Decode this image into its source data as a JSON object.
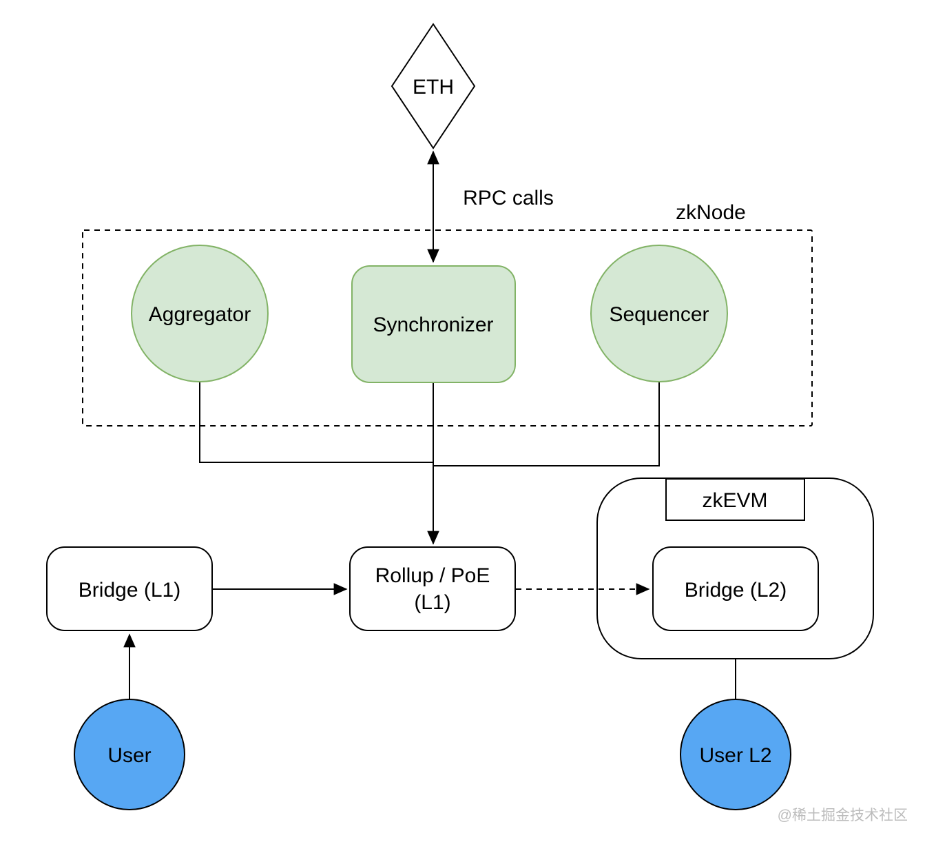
{
  "diagram": {
    "title_hint": "zkEVM / zkNode architecture diagram",
    "colors": {
      "background": "#ffffff",
      "green_fill": "#d5e8d4",
      "green_stroke": "#82b366",
      "blue_fill": "#57a7f3",
      "black_stroke": "#000000",
      "white_fill": "#ffffff",
      "watermark": "#bcbcbc"
    },
    "nodes": {
      "eth": {
        "label": "ETH",
        "shape": "diamond"
      },
      "aggregator": {
        "label": "Aggregator",
        "shape": "circle"
      },
      "synchronizer": {
        "label": "Synchronizer",
        "shape": "rounded-rect"
      },
      "sequencer": {
        "label": "Sequencer",
        "shape": "circle"
      },
      "bridge_l1": {
        "label": "Bridge (L1)",
        "shape": "rounded-rect"
      },
      "rollup_poe": {
        "label_line1": "Rollup / PoE",
        "label_line2": "(L1)",
        "shape": "rounded-rect"
      },
      "bridge_l2": {
        "label": "Bridge (L2)",
        "shape": "rounded-rect"
      },
      "user": {
        "label": "User",
        "shape": "circle"
      },
      "user_l2": {
        "label": "User L2",
        "shape": "circle"
      }
    },
    "groups": {
      "zknode": {
        "label": "zkNode",
        "style": "dashed-rect"
      },
      "zkevm": {
        "label": "zkEVM",
        "style": "rounded-container"
      }
    },
    "edges": {
      "rpc": {
        "label": "RPC calls",
        "from": "Synchronizer",
        "to": "ETH",
        "style": "double-arrow"
      },
      "aggregator_merge": {
        "from": "Aggregator",
        "to": "center-bus",
        "style": "elbow"
      },
      "sequencer_merge": {
        "from": "Sequencer",
        "to": "center-bus",
        "style": "elbow"
      },
      "bus_to_rollup": {
        "from": "zkNode",
        "to": "Rollup / PoE (L1)",
        "style": "arrow"
      },
      "bridge1_to_rollup": {
        "from": "Bridge (L1)",
        "to": "Rollup / PoE (L1)",
        "style": "arrow"
      },
      "rollup_to_bridge2": {
        "from": "Rollup / PoE (L1)",
        "to": "Bridge (L2)",
        "style": "dashed-arrow"
      },
      "user_to_bridge1": {
        "from": "User",
        "to": "Bridge (L1)",
        "style": "arrow"
      },
      "userl2_to_bridge2": {
        "from": "User L2",
        "to": "Bridge (L2)",
        "style": "arrow"
      }
    },
    "watermark": "@稀土掘金技术社区"
  }
}
